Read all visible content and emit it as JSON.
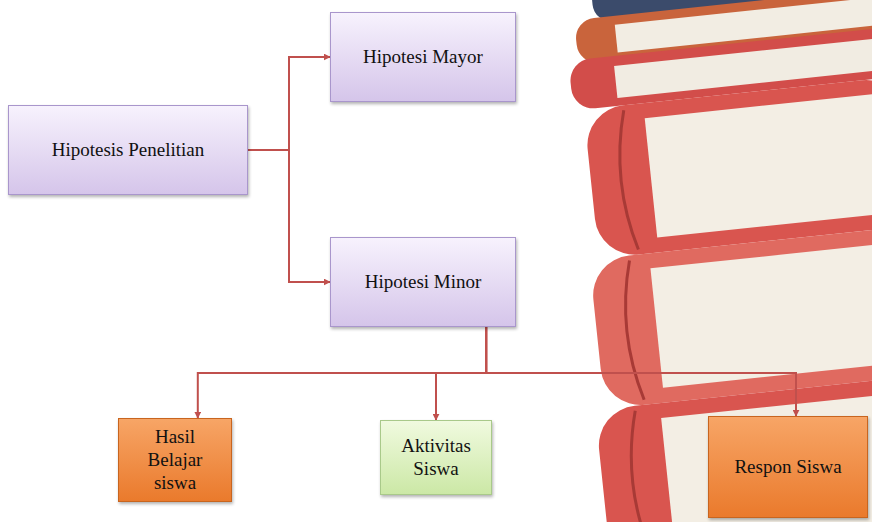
{
  "diagram": {
    "nodes": [
      {
        "text": [
          "Hipotesis Penelitian"
        ]
      },
      {
        "text": [
          "Hipotesi Mayor"
        ]
      },
      {
        "text": [
          "Hipotesi Minor"
        ]
      },
      {
        "text": [
          "Hasil Belajar siswa"
        ]
      },
      {
        "text": [
          "Aktivitas Siswa"
        ]
      },
      {
        "text": [
          "Respon Siswa"
        ]
      }
    ],
    "edges": [
      {
        "from": 0,
        "to": 1,
        "arrow": "to"
      },
      {
        "from": 0,
        "to": 2,
        "arrow": "to"
      },
      {
        "from": 2,
        "to": 3,
        "arrow": "to"
      },
      {
        "from": 2,
        "to": 4,
        "arrow": "to"
      },
      {
        "from": 2,
        "to": 5,
        "arrow": "to"
      }
    ]
  }
}
